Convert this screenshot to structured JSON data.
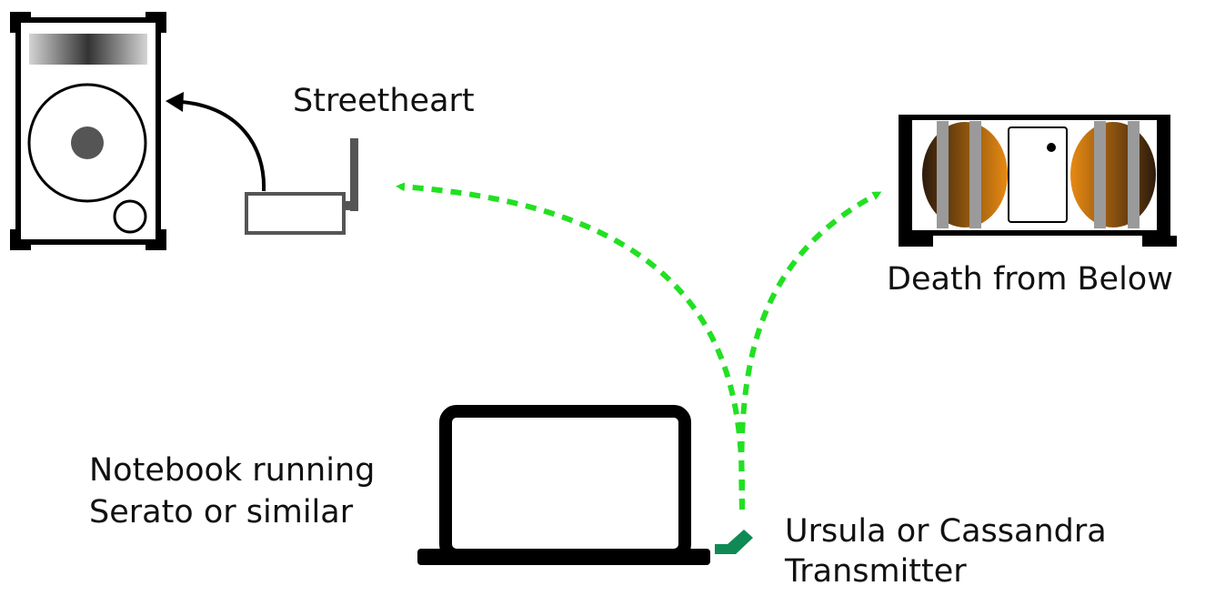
{
  "labels": {
    "streetheart": "Streetheart",
    "death_from_below": "Death from Below",
    "notebook_line1": "Notebook running",
    "notebook_line2": "Serato or similar",
    "transmitter_line1": "Ursula or Cassandra",
    "transmitter_line2": "Transmitter"
  },
  "colors": {
    "signal": "#22e022",
    "transmitter": "#0f8a55",
    "speaker_cone": "#e07d10",
    "outline": "#000000"
  },
  "icons": {
    "speaker": "speaker-icon",
    "receiver": "receiver-antenna-icon",
    "dj_mixer": "turntable-mixer-icon",
    "laptop": "laptop-icon",
    "transmitter": "usb-transmitter-icon"
  }
}
